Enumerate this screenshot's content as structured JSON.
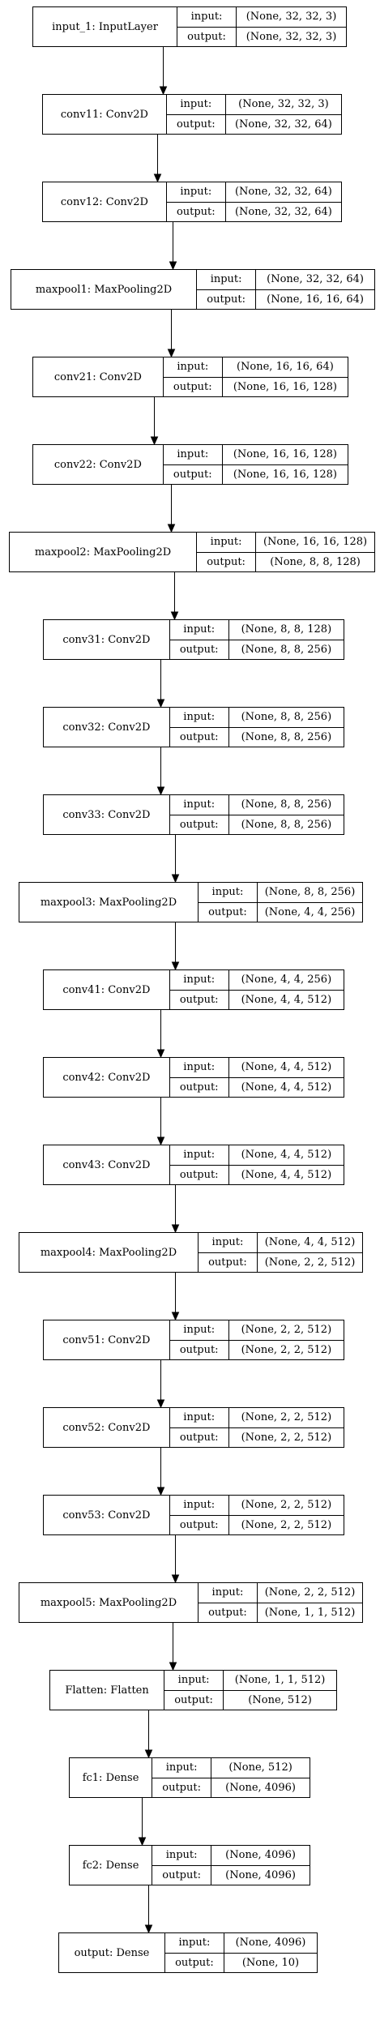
{
  "labels": {
    "input": "input:",
    "output": "output:"
  },
  "layers": [
    {
      "name": "input_1: InputLayer",
      "input": "(None, 32, 32, 3)",
      "output": "(None, 32, 32, 3)"
    },
    {
      "name": "conv11: Conv2D",
      "input": "(None, 32, 32, 3)",
      "output": "(None, 32, 32, 64)"
    },
    {
      "name": "conv12: Conv2D",
      "input": "(None, 32, 32, 64)",
      "output": "(None, 32, 32, 64)"
    },
    {
      "name": "maxpool1: MaxPooling2D",
      "input": "(None, 32, 32, 64)",
      "output": "(None, 16, 16, 64)"
    },
    {
      "name": "conv21: Conv2D",
      "input": "(None, 16, 16, 64)",
      "output": "(None, 16, 16, 128)"
    },
    {
      "name": "conv22: Conv2D",
      "input": "(None, 16, 16, 128)",
      "output": "(None, 16, 16, 128)"
    },
    {
      "name": "maxpool2: MaxPooling2D",
      "input": "(None, 16, 16, 128)",
      "output": "(None, 8, 8, 128)"
    },
    {
      "name": "conv31: Conv2D",
      "input": "(None, 8, 8, 128)",
      "output": "(None, 8, 8, 256)"
    },
    {
      "name": "conv32: Conv2D",
      "input": "(None, 8, 8, 256)",
      "output": "(None, 8, 8, 256)"
    },
    {
      "name": "conv33: Conv2D",
      "input": "(None, 8, 8, 256)",
      "output": "(None, 8, 8, 256)"
    },
    {
      "name": "maxpool3: MaxPooling2D",
      "input": "(None, 8, 8, 256)",
      "output": "(None, 4, 4, 256)"
    },
    {
      "name": "conv41: Conv2D",
      "input": "(None, 4, 4, 256)",
      "output": "(None, 4, 4, 512)"
    },
    {
      "name": "conv42: Conv2D",
      "input": "(None, 4, 4, 512)",
      "output": "(None, 4, 4, 512)"
    },
    {
      "name": "conv43: Conv2D",
      "input": "(None, 4, 4, 512)",
      "output": "(None, 4, 4, 512)"
    },
    {
      "name": "maxpool4: MaxPooling2D",
      "input": "(None, 4, 4, 512)",
      "output": "(None, 2, 2, 512)"
    },
    {
      "name": "conv51: Conv2D",
      "input": "(None, 2, 2, 512)",
      "output": "(None, 2, 2, 512)"
    },
    {
      "name": "conv52: Conv2D",
      "input": "(None, 2, 2, 512)",
      "output": "(None, 2, 2, 512)"
    },
    {
      "name": "conv53: Conv2D",
      "input": "(None, 2, 2, 512)",
      "output": "(None, 2, 2, 512)"
    },
    {
      "name": "maxpool5: MaxPooling2D",
      "input": "(None, 2, 2, 512)",
      "output": "(None, 1, 1, 512)"
    },
    {
      "name": "Flatten: Flatten",
      "input": "(None, 1, 1, 512)",
      "output": "(None, 512)"
    },
    {
      "name": "fc1: Dense",
      "input": "(None, 512)",
      "output": "(None, 4096)"
    },
    {
      "name": "fc2: Dense",
      "input": "(None, 4096)",
      "output": "(None, 4096)"
    },
    {
      "name": "output: Dense",
      "input": "(None, 4096)",
      "output": "(None, 10)"
    }
  ]
}
